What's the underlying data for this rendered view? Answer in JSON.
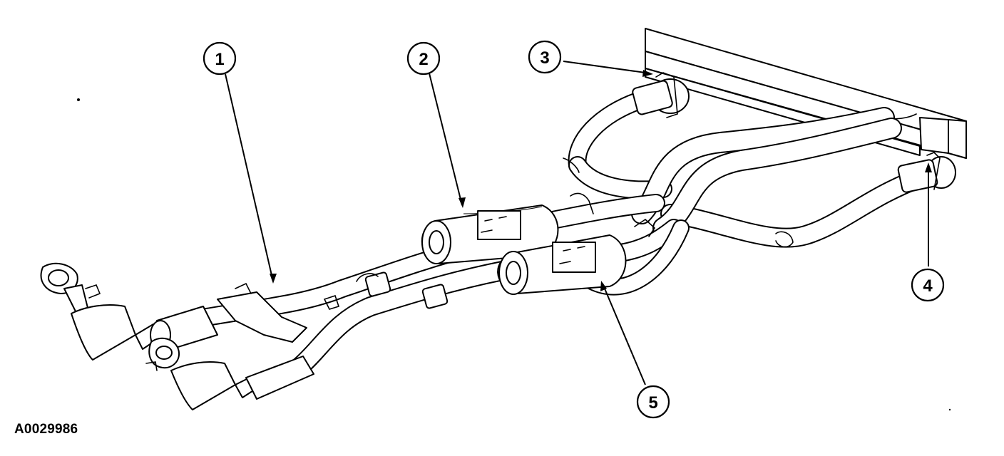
{
  "figure_id": "A0029986",
  "callouts": [
    {
      "number": "1"
    },
    {
      "number": "2"
    },
    {
      "number": "3"
    },
    {
      "number": "4"
    },
    {
      "number": "5"
    }
  ],
  "colors": {
    "ink": "#000000",
    "paper": "#ffffff",
    "shading": "#bdbdbd"
  }
}
